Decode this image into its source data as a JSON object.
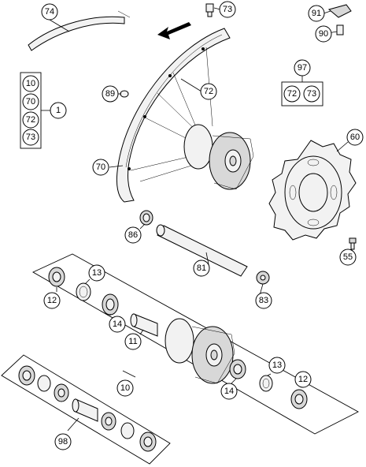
{
  "callouts": {
    "c74": "74",
    "c73_top": "73",
    "c91": "91",
    "c90": "90",
    "c97": "97",
    "c72_box97": "72",
    "c73_box97": "73",
    "c1": "1",
    "c10_box1": "10",
    "c70_box1": "70",
    "c72_box1": "72",
    "c73_box1": "73",
    "c89": "89",
    "c72_rim": "72",
    "c70_rim": "70",
    "c60": "60",
    "c86": "86",
    "c81": "81",
    "c83": "83",
    "c55": "55",
    "c13_left": "13",
    "c12_left": "12",
    "c14_left": "14",
    "c11": "11",
    "c10_lower": "10",
    "c14_right": "14",
    "c13_right": "13",
    "c12_right": "12",
    "c98": "98"
  },
  "icons": {
    "direction_arrow": "rotation-direction-arrow-icon"
  }
}
